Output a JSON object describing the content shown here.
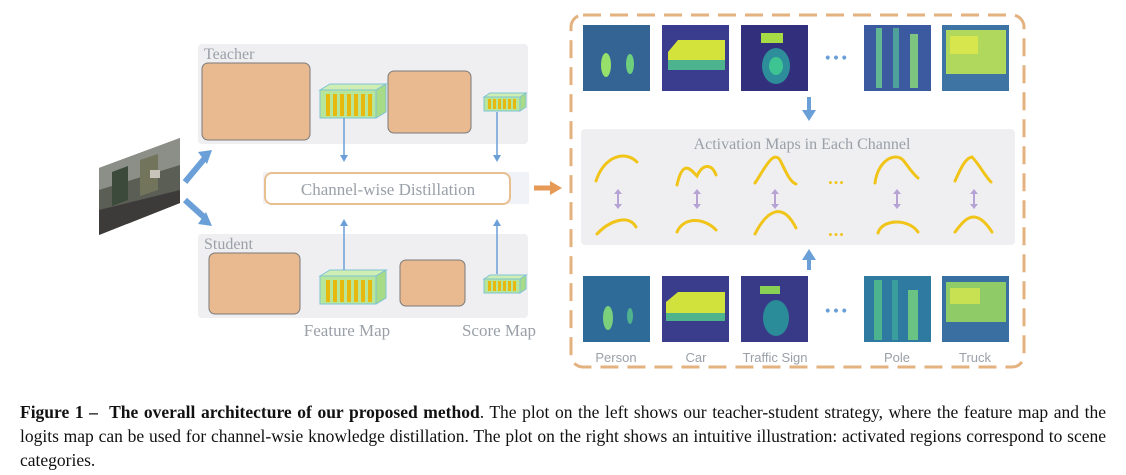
{
  "figure": {
    "teacher_label": "Teacher",
    "student_label": "Student",
    "distill_label": "Channel-wise Distillation",
    "feature_map_label": "Feature Map",
    "score_map_label": "Score Map",
    "activation_title": "Activation Maps in Each Channel",
    "ellipsis": "...",
    "dots": "•••",
    "categories": [
      "Person",
      "Car",
      "Traffic Sign",
      "Pole",
      "Truck"
    ]
  },
  "caption": {
    "figure_label": "Figure 1 –",
    "title": "The overall architecture of our proposed method",
    "body": ". The plot on the left shows our teacher-student strategy, where the feature map and the logits map can be used for channel-wsie knowledge distillation. The plot on the right shows an intuitive illustration: activated regions correspond to scene categories."
  },
  "colors": {
    "panel_gray": "#efeff2",
    "block_tan": "#e9b98f",
    "dashed_orange": "#e3b27f",
    "arrow_blue": "#6b9fd8",
    "curve_yellow": "#f0c419",
    "arrow_purple": "#b7a2d4",
    "label_gray": "#9aa0a8"
  }
}
